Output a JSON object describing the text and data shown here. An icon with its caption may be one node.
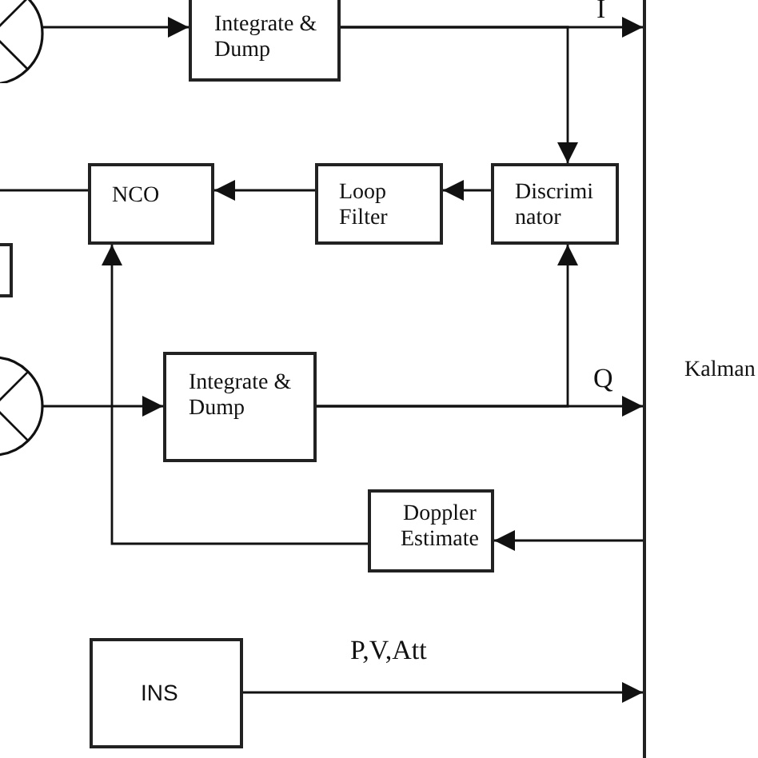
{
  "diagram": {
    "nodes": [
      {
        "text": [],
        "shape": "circle"
      },
      {
        "text": [
          "Integrate & Dump"
        ]
      },
      {
        "text": [
          "NCO"
        ]
      },
      {
        "text": [
          "Loop Filter"
        ]
      },
      {
        "text": [
          "Discrimi nator"
        ]
      },
      {
        "text": [],
        "shape": "box"
      },
      {
        "text": [],
        "shape": "circle"
      },
      {
        "text": [
          "Integrate & Dump"
        ]
      },
      {
        "text": [
          "Doppler Estimate"
        ]
      },
      {
        "text": [
          "INS"
        ]
      },
      {
        "text": [
          "Kalman"
        ]
      }
    ],
    "edges": [
      {
        "from": 0,
        "to": 1,
        "arrow": "to"
      },
      {
        "from": 1,
        "to": 10,
        "arrow": "to",
        "label": "I"
      },
      {
        "from": 1,
        "to": 4,
        "arrow": "to"
      },
      {
        "from": 4,
        "to": 3,
        "arrow": "to"
      },
      {
        "from": 3,
        "to": 2,
        "arrow": "to"
      },
      {
        "from": 2,
        "to": null,
        "arrow": "none"
      },
      {
        "from": 6,
        "to": 7,
        "arrow": "to"
      },
      {
        "from": 7,
        "to": 10,
        "arrow": "to",
        "label": "Q"
      },
      {
        "from": 7,
        "to": 4,
        "arrow": "to"
      },
      {
        "from": 10,
        "to": 8,
        "arrow": "to"
      },
      {
        "from": 8,
        "to": 2,
        "arrow": "to"
      },
      {
        "from": 9,
        "to": 10,
        "arrow": "to",
        "label": "P,V,Att"
      }
    ]
  }
}
